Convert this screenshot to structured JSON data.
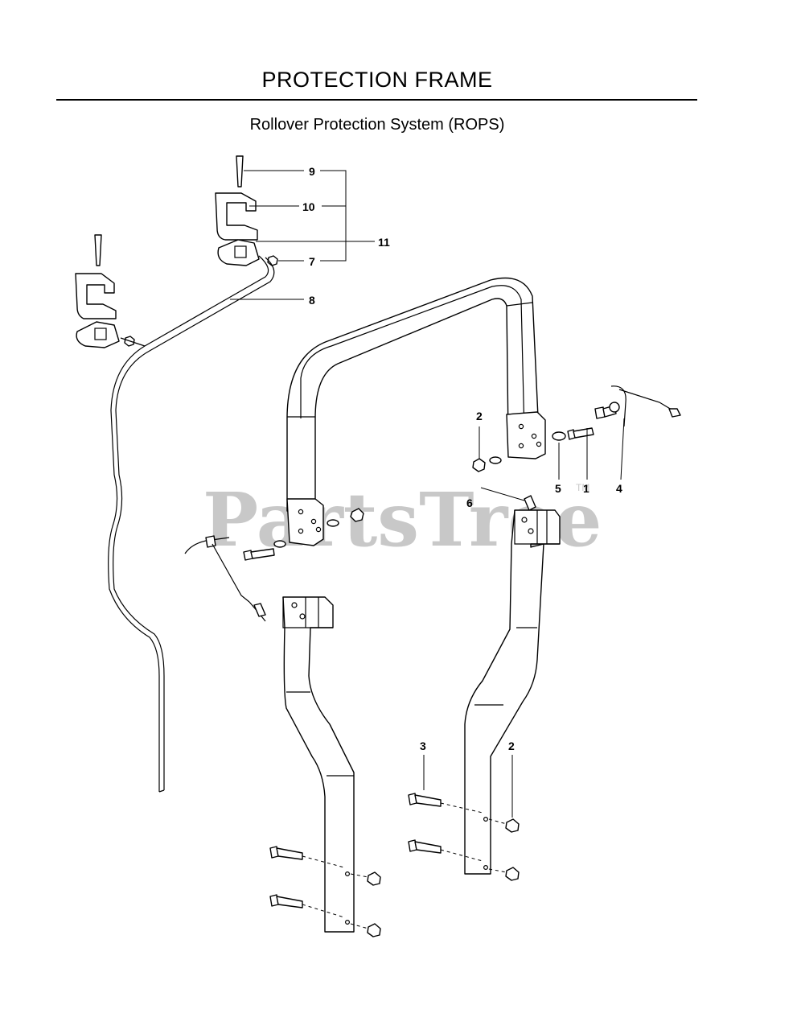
{
  "header": {
    "title": "PROTECTION FRAME",
    "subtitle": "Rollover Protection System (ROPS)"
  },
  "watermark": {
    "text": "PartsTree",
    "tm": "TM"
  },
  "callouts": {
    "c1": "1",
    "c2a": "2",
    "c2b": "2",
    "c3": "3",
    "c4": "4",
    "c5": "5",
    "c6": "6",
    "c7": "7",
    "c8": "8",
    "c9": "9",
    "c10": "10",
    "c11": "11"
  }
}
